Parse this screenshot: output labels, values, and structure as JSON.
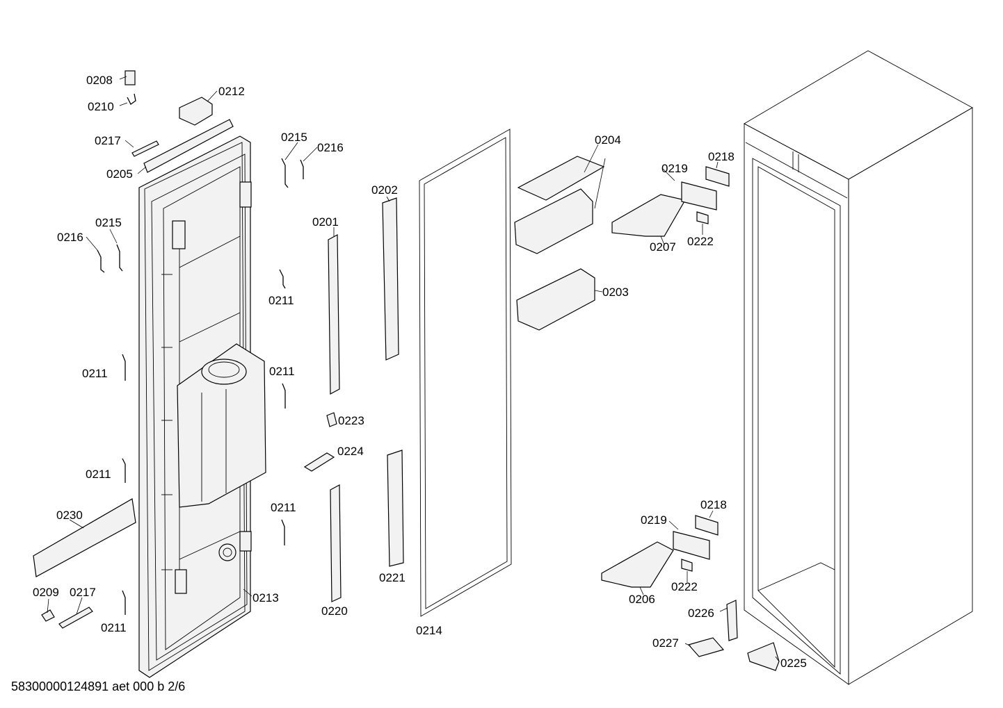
{
  "diagram": {
    "labels": {
      "p0208": "0208",
      "p0210": "0210",
      "p0212": "0212",
      "p0217a": "0217",
      "p0205": "0205",
      "p0215a": "0215",
      "p0216a": "0216",
      "p0215b": "0215",
      "p0216b": "0216",
      "p0201": "0201",
      "p0202": "0202",
      "p0211a": "0211",
      "p0211b": "0211",
      "p0211c": "0211",
      "p0211d": "0211",
      "p0211e": "0211",
      "p0211f": "0211",
      "p0223": "0223",
      "p0224": "0224",
      "p0230": "0230",
      "p0209": "0209",
      "p0217b": "0217",
      "p0213": "0213",
      "p0220": "0220",
      "p0221": "0221",
      "p0214": "0214",
      "p0204": "0204",
      "p0203": "0203",
      "p0219a": "0219",
      "p0218a": "0218",
      "p0207": "0207",
      "p0222a": "0222",
      "p0219b": "0219",
      "p0218b": "0218",
      "p0206": "0206",
      "p0222b": "0222",
      "p0226": "0226",
      "p0227": "0227",
      "p0225": "0225"
    },
    "footer": "58300000124891 aet 000 b 2/6"
  }
}
